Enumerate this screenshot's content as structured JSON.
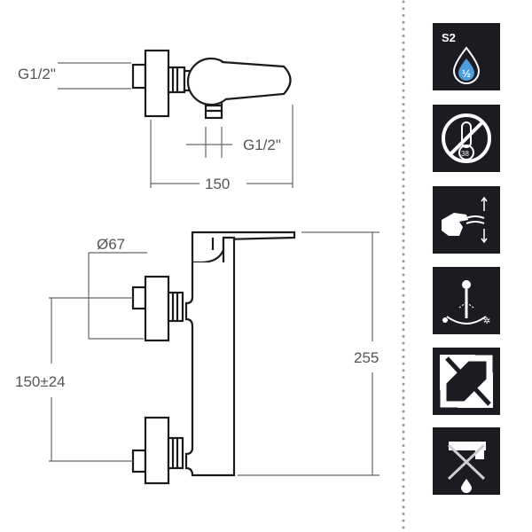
{
  "dimensions": {
    "top_inlet_thread": "G1/2\"",
    "bottom_outlet_thread": "G1/2\"",
    "top_width": "150",
    "escutcheon_diameter": "Ø67",
    "inlet_spacing": "150±24",
    "overall_height": "255"
  },
  "icons": [
    {
      "name": "s2-half-water-saving",
      "label": "S2",
      "sublabel": "½"
    },
    {
      "name": "no-thermostat-38",
      "label": "38"
    },
    {
      "name": "hand-temperature-lever",
      "label": ""
    },
    {
      "name": "cold-start-lever",
      "label": ""
    },
    {
      "name": "no-diverter-shape",
      "label": ""
    },
    {
      "name": "no-spout-drip",
      "label": ""
    }
  ],
  "colors": {
    "icon_background": "#1a1c22",
    "line": "#1a1a1a",
    "dimension_line": "#666666",
    "divider": "#999999",
    "accent_blue": "#4a9ee0"
  }
}
